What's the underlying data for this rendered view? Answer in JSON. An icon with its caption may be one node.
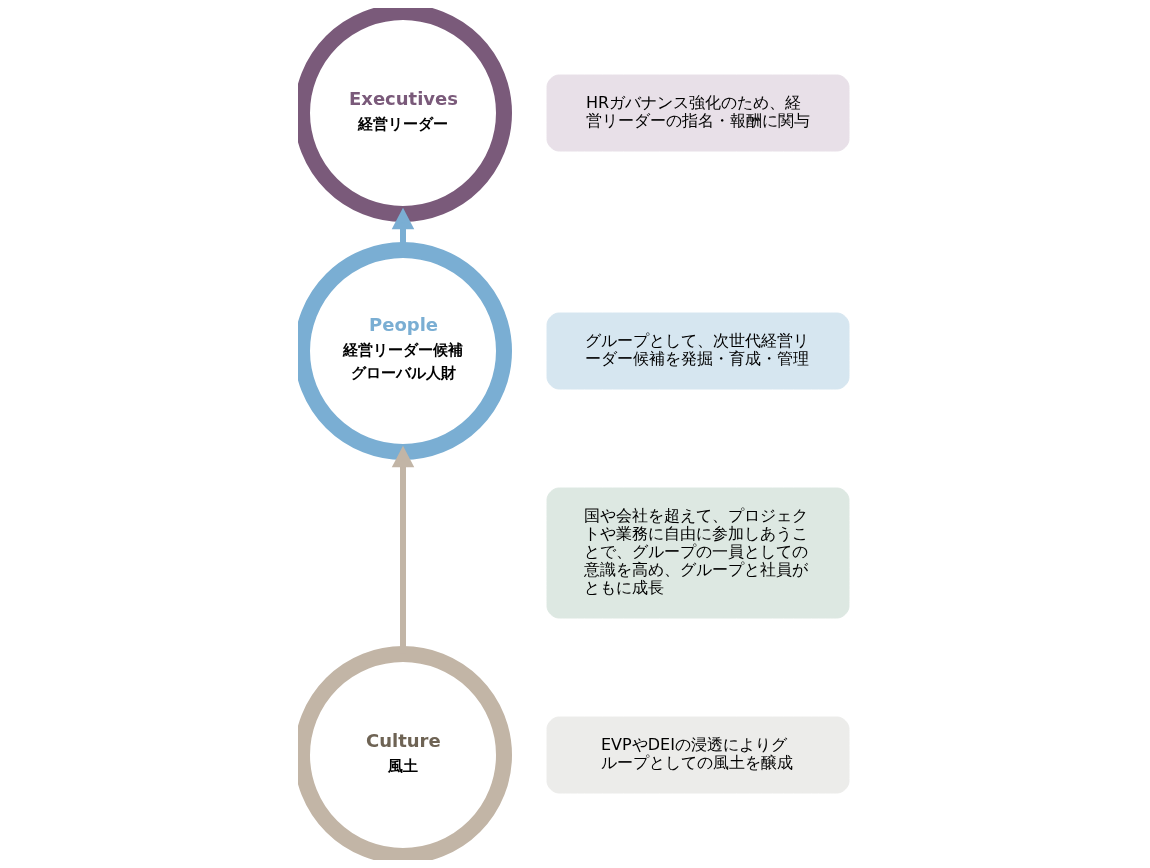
{
  "diagram": {
    "nodes": [
      {
        "text": [
          "Executives",
          "経営リーダー"
        ]
      },
      {
        "text": [
          "People",
          "経営リーダー候補",
          "グローバル人財"
        ]
      },
      {
        "text": [
          "Culture",
          "風土"
        ]
      },
      {
        "text": [
          "HRガバナンス強化のため、経営リーダーの指名・報酬に関与"
        ]
      },
      {
        "text": [
          "グループとして、次世代経営リーダー候補を発掘・育成・管理"
        ]
      },
      {
        "text": [
          "国や会社を超えて、プロジェクトや業務に自由に参加しあうことで、グループの一員としての意識を高め、グループと社員がともに成長"
        ]
      },
      {
        "text": [
          "EVPやDEIの浸透によりグループとしての風土を醸成"
        ]
      }
    ],
    "edges": [
      {
        "from": 2,
        "to": 1,
        "arrow": "to",
        "color": "#c2b5a6"
      },
      {
        "from": 1,
        "to": 0,
        "arrow": "to",
        "color": "#7aaed3"
      }
    ]
  }
}
